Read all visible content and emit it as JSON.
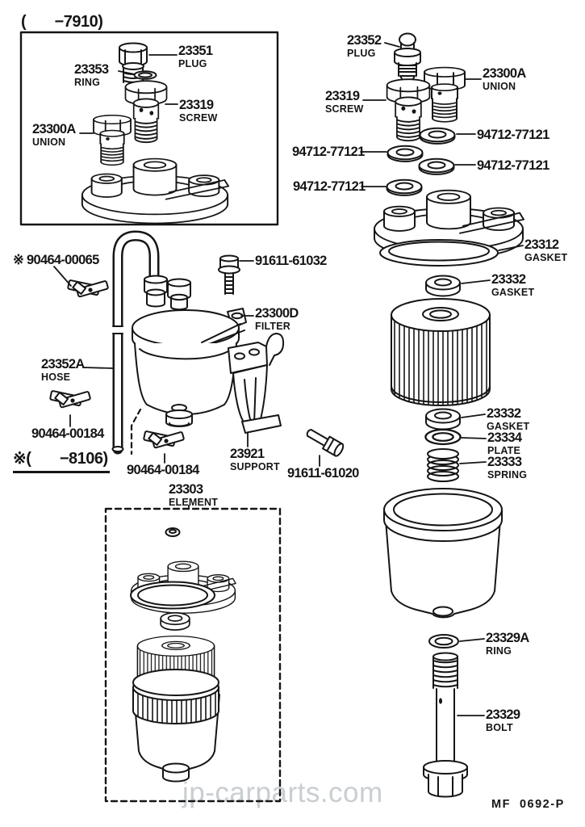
{
  "page": {
    "watermark": "jp-carparts.com",
    "doc_code": "MF  0692-P",
    "ink_color": "#151515",
    "watermark_color": "#c9ced2"
  },
  "notes": {
    "early_variant": "(       −7910)",
    "late_variant": "※(       −8106)"
  },
  "labels": {
    "plug_early": {
      "number": "23351",
      "name": "PLUG"
    },
    "ring_early": {
      "number": "23353",
      "name": "RING"
    },
    "screw_early": {
      "number": "23319",
      "name": "SCREW"
    },
    "union_early": {
      "number": "23300A",
      "name": "UNION"
    },
    "plug_late": {
      "number": "23352",
      "name": "PLUG"
    },
    "union_late": {
      "number": "23300A",
      "name": "UNION"
    },
    "screw_late": {
      "number": "23319",
      "name": "SCREW"
    },
    "washer_a": {
      "number": "94712-77121"
    },
    "washer_b": {
      "number": "94712-77121"
    },
    "washer_c": {
      "number": "94712-77121"
    },
    "washer_d": {
      "number": "94712-77121"
    },
    "gasket_head": {
      "number": "23312",
      "name": "GASKET"
    },
    "gasket_upper": {
      "number": "23332",
      "name": "GASKET"
    },
    "gasket_lower": {
      "number": "23332",
      "name": "GASKET"
    },
    "plate": {
      "number": "23334",
      "name": "PLATE"
    },
    "spring": {
      "number": "23333",
      "name": "SPRING"
    },
    "bowl_ring": {
      "number": "23329A",
      "name": "RING"
    },
    "center_bolt": {
      "number": "23329",
      "name": "BOLT"
    },
    "hose_clamp": {
      "number": "※ 90464-00065"
    },
    "flange_bolt": {
      "number": "91611-61032"
    },
    "filter_assy": {
      "number": "23300D",
      "name": "FILTER"
    },
    "hose": {
      "number": "23352A",
      "name": "HOSE"
    },
    "clamp_1": {
      "number": "90464-00184"
    },
    "clamp_2": {
      "number": "90464-00184"
    },
    "support": {
      "number": "23921",
      "name": "SUPPORT"
    },
    "support_bolt": {
      "number": "91611-61020"
    },
    "element_kit": {
      "number": "23303",
      "name": "ELEMENT"
    }
  }
}
